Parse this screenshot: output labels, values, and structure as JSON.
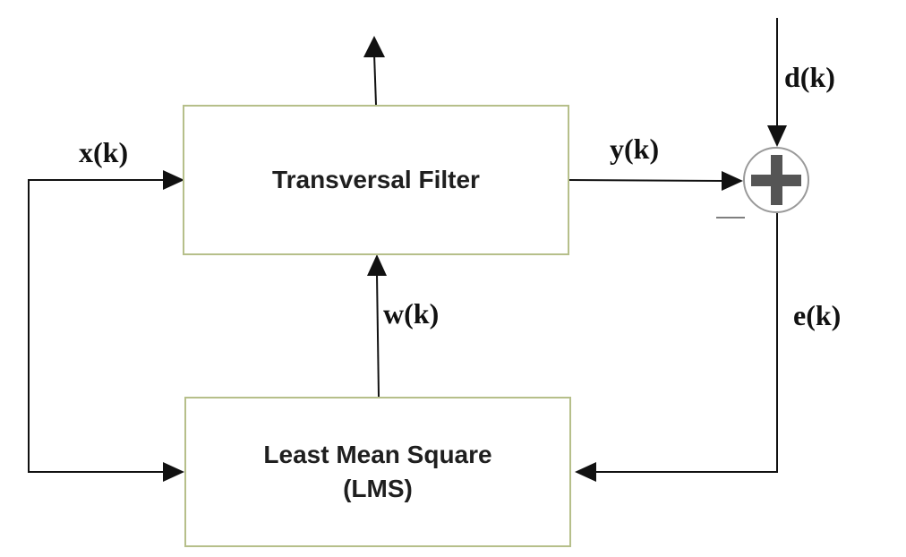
{
  "blocks": {
    "filter": "Transversal Filter",
    "lms_line1": "Least Mean Square",
    "lms_line2": "(LMS)"
  },
  "signals": {
    "x": "x(k)",
    "y": "y(k)",
    "d": "d(k)",
    "w": "w(k)",
    "e": "e(k)"
  },
  "colors": {
    "block_border": "#b6bf8a",
    "wire": "#111111",
    "adder_plus": "#555555",
    "adder_ring": "#9a9a9a"
  }
}
